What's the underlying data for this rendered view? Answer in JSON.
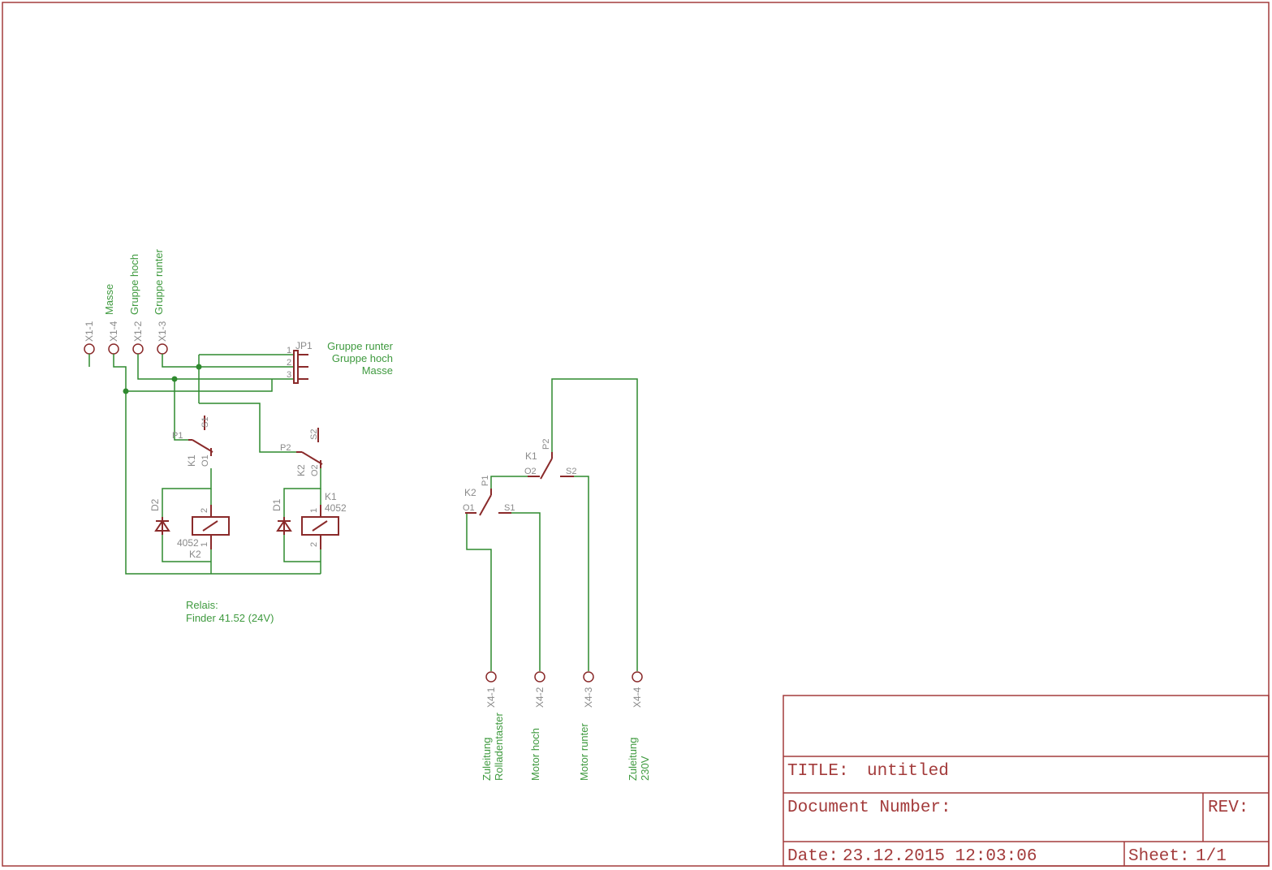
{
  "connectors_x1": {
    "x1_1": "X1-1",
    "x1_4": "X1-4",
    "x1_2": "X1-2",
    "x1_3": "X1-3",
    "x1_4_net": "Masse",
    "x1_2_net": "Gruppe hoch",
    "x1_3_net": "Gruppe runter"
  },
  "jumper": {
    "name": "JP1",
    "pins": [
      "1",
      "2",
      "3"
    ],
    "labels": [
      "Gruppe runter",
      "Gruppe hoch",
      "Masse"
    ]
  },
  "relay_k1_contact": {
    "name": "K1",
    "p": "P1",
    "s": "S1",
    "o": "O1"
  },
  "relay_k2_contact": {
    "name": "K2",
    "p": "P2",
    "s": "S2",
    "o": "O2"
  },
  "coil_k2": {
    "name": "K2",
    "value": "4052",
    "pin_top": "2",
    "pin_bot": "1"
  },
  "coil_k1": {
    "name": "K1",
    "value": "4052",
    "pin_top": "1",
    "pin_bot": "2"
  },
  "diodes": {
    "d1": "D1",
    "d2": "D2"
  },
  "relay_note": {
    "line1": "Relais:",
    "line2": "Finder 41.52 (24V)"
  },
  "right_contacts": {
    "k1": {
      "name": "K1",
      "p": "P2",
      "o": "O2",
      "s": "S2"
    },
    "k2": {
      "name": "K2",
      "p": "P1",
      "o": "O1",
      "s": "S1"
    }
  },
  "connectors_x4": {
    "x4_1": "X4-1",
    "x4_2": "X4-2",
    "x4_3": "X4-3",
    "x4_4": "X4-4",
    "x4_1_net_a": "Zuleitung",
    "x4_1_net_b": "Rolladentaster",
    "x4_2_net": "Motor hoch",
    "x4_3_net": "Motor runter",
    "x4_4_net_a": "Zuleitung",
    "x4_4_net_b": "230V"
  },
  "title_block": {
    "title_label": "TITLE:",
    "title_value": "untitled",
    "docnum_label": "Document Number:",
    "rev_label": "REV:",
    "date_label": "Date:",
    "date_value": "23.12.2015 12:03:06",
    "sheet_label": "Sheet:",
    "sheet_value": "1/1"
  },
  "colors": {
    "wire": "#2f8a2f",
    "part": "#8a2a2a",
    "frame": "#a33b3b",
    "label": "#3f9a3f",
    "name": "#8a8a8a"
  }
}
